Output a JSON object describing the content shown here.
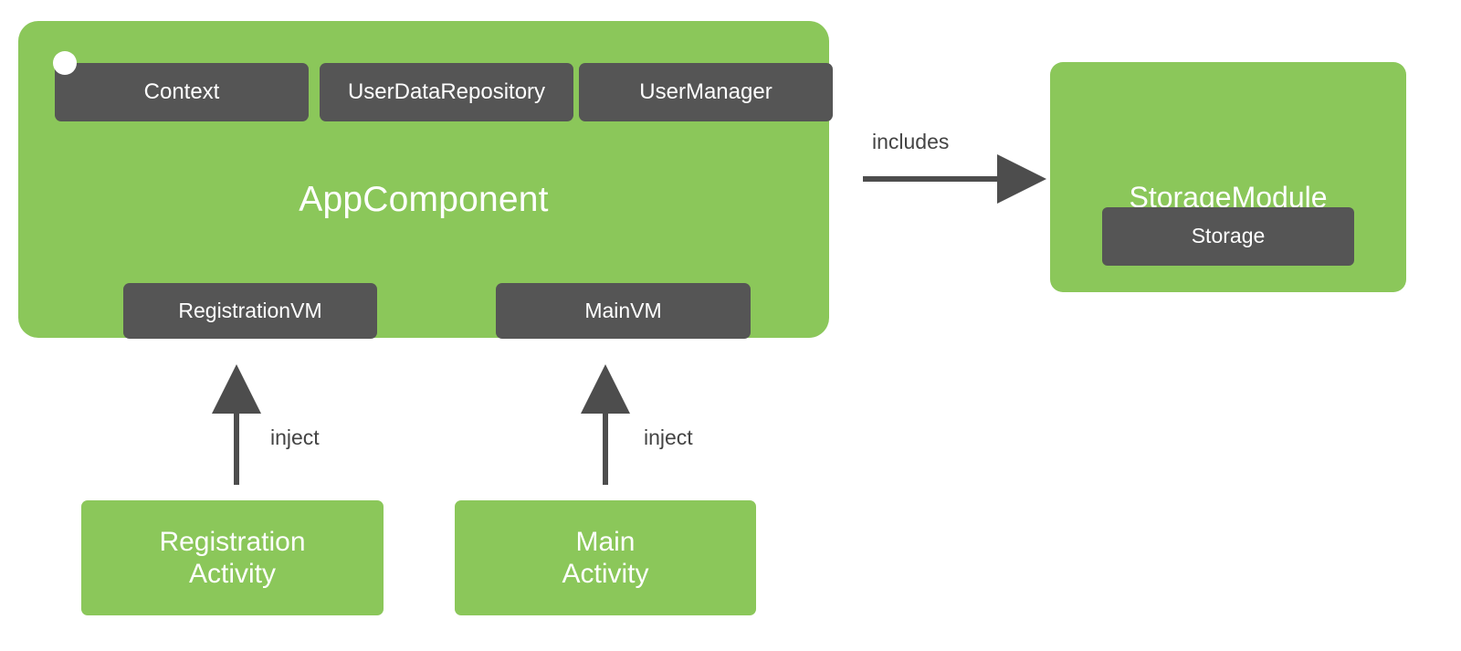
{
  "diagram": {
    "type": "dependency-injection-component-diagram",
    "colors": {
      "green": "#8BC75A",
      "dark": "#555555",
      "arrow": "#4D4D4D",
      "text_on_green": "#FFFFFF",
      "label_text": "#444444",
      "background": "#FFFFFF"
    }
  },
  "app_component": {
    "title": "AppComponent",
    "provided_dependencies": [
      {
        "label": "Context"
      },
      {
        "label": "UserDataRepository"
      },
      {
        "label": "UserManager"
      }
    ],
    "view_models": [
      {
        "label": "RegistrationVM"
      },
      {
        "label": "MainVM"
      }
    ],
    "entry_point_marker": "white-dot"
  },
  "storage_module": {
    "title": "StorageModule",
    "provided_dependencies": [
      {
        "label": "Storage"
      }
    ]
  },
  "activities": [
    {
      "label": "Registration\nActivity"
    },
    {
      "label": "Main\nActivity"
    }
  ],
  "edges": [
    {
      "id": "includes",
      "label": "includes",
      "from": "AppComponent",
      "to": "StorageModule",
      "direction": "right"
    },
    {
      "id": "inject-registration",
      "label": "inject",
      "from": "RegistrationActivity",
      "to": "AppComponent",
      "direction": "up"
    },
    {
      "id": "inject-main",
      "label": "inject",
      "from": "MainActivity",
      "to": "AppComponent",
      "direction": "up"
    }
  ]
}
